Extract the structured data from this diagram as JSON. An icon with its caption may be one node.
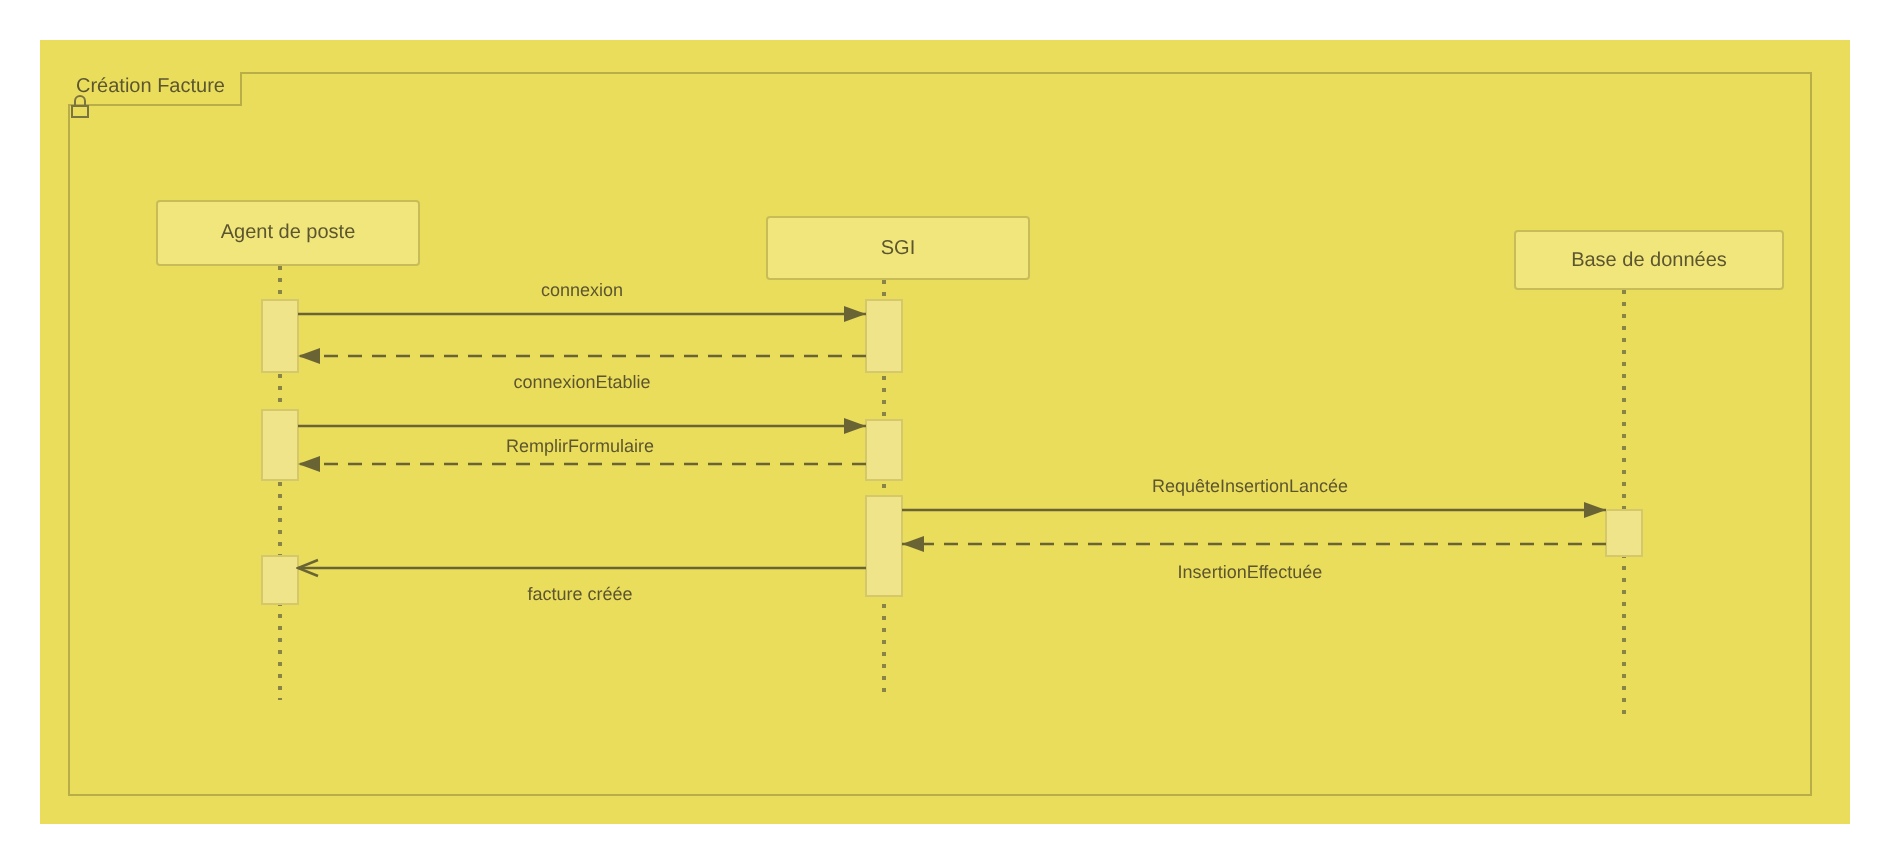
{
  "diagram": {
    "nodes": [
      {
        "text": [
          "Création Facture"
        ]
      },
      {
        "text": [
          "Agent de poste"
        ],
        "in": 0
      },
      {
        "text": [
          "SGI"
        ],
        "in": 0
      },
      {
        "text": [
          "Base de données"
        ],
        "in": 0
      }
    ],
    "edges": [
      {
        "from": 1,
        "to": 2,
        "arrow": "to",
        "label": "connexion"
      },
      {
        "from": 2,
        "to": 1,
        "arrow": "to",
        "style": "dashed",
        "label": "connexionEtablie"
      },
      {
        "from": 1,
        "to": 2,
        "arrow": "to",
        "label": "RemplirFormulaire"
      },
      {
        "from": 2,
        "to": 1,
        "arrow": "to",
        "style": "dashed"
      },
      {
        "from": 2,
        "to": 3,
        "arrow": "to",
        "label": "RequêteInsertionLancée"
      },
      {
        "from": 3,
        "to": 2,
        "arrow": "to",
        "style": "dashed",
        "label": "InsertionEffectuée"
      },
      {
        "from": 2,
        "to": 1,
        "arrow": "to",
        "label": "facture créée"
      }
    ]
  }
}
